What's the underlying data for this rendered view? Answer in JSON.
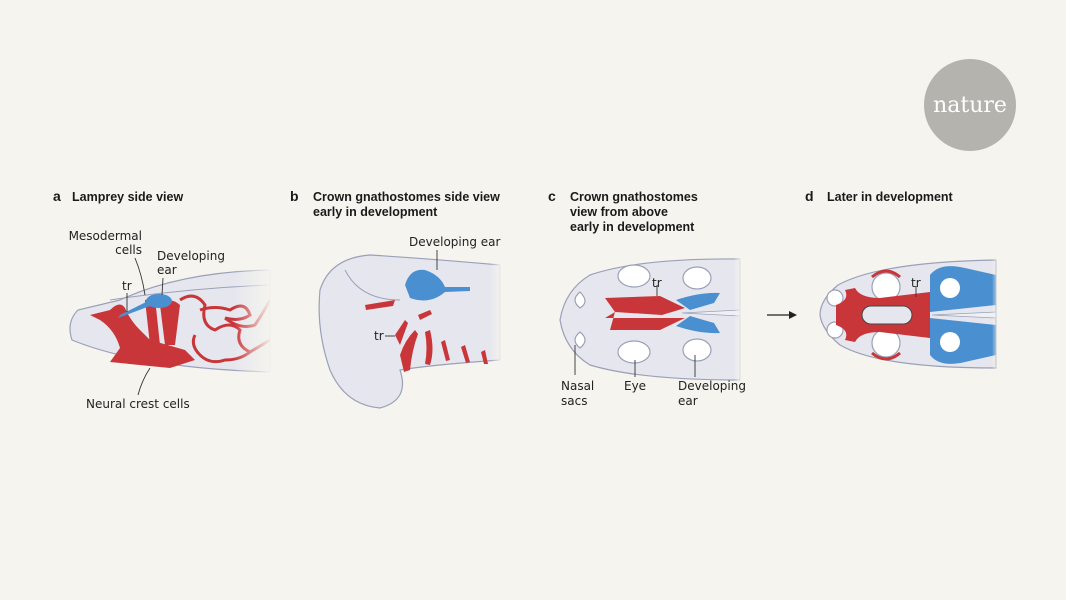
{
  "logo": {
    "text": "nature",
    "color": "#b5b3ad"
  },
  "colors": {
    "background": "#f5f4ee",
    "neural_crest": "#c8363a",
    "mesoderm": "#4a90d0",
    "tissue": "#e6e7ee"
  },
  "panels": [
    {
      "letter": "a",
      "title_lines": [
        "Lamprey side view"
      ],
      "labels": {
        "mesodermal": [
          "Mesodermal",
          "cells"
        ],
        "ear": [
          "Developing",
          "ear"
        ],
        "tr": "tr",
        "neural_crest": "Neural crest cells"
      }
    },
    {
      "letter": "b",
      "title_lines": [
        "Crown gnathostomes side view",
        "early in development"
      ],
      "labels": {
        "ear": "Developing ear",
        "tr": "tr"
      }
    },
    {
      "letter": "c",
      "title_lines": [
        "Crown gnathostomes",
        "view from above",
        "early in development"
      ],
      "labels": {
        "tr": "tr",
        "nasal": [
          "Nasal",
          "sacs"
        ],
        "eye": "Eye",
        "ear": [
          "Developing",
          "ear"
        ]
      }
    },
    {
      "letter": "d",
      "title_lines": [
        "Later in development"
      ],
      "labels": {
        "tr": "tr"
      }
    }
  ]
}
